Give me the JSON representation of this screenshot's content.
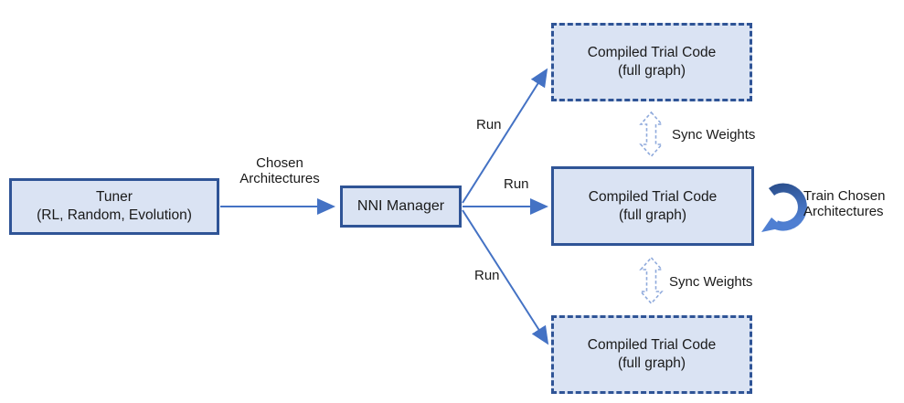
{
  "diagram": {
    "tuner": {
      "title": "Tuner",
      "subtitle": "(RL, Random, Evolution)"
    },
    "edge_tuner_nni": {
      "label": "Chosen Architectures"
    },
    "nni_manager": {
      "label": "NNI Manager"
    },
    "run_edges": [
      {
        "label": "Run"
      },
      {
        "label": "Run"
      },
      {
        "label": "Run"
      }
    ],
    "trial_boxes": [
      {
        "title": "Compiled Trial Code",
        "subtitle": "(full graph)",
        "border": "dashed"
      },
      {
        "title": "Compiled Trial Code",
        "subtitle": "(full graph)",
        "border": "solid"
      },
      {
        "title": "Compiled Trial Code",
        "subtitle": "(full graph)",
        "border": "dashed"
      }
    ],
    "sync_edges": [
      {
        "label": "Sync Weights"
      },
      {
        "label": "Sync Weights"
      }
    ],
    "train_edge": {
      "label": "Train Chosen Architectures"
    },
    "colors": {
      "box_fill": "#dae3f3",
      "box_border": "#2f5496",
      "arrow": "#4472c4",
      "sync_arrow": "#8faadc",
      "curved_arrow_dark": "#2c5190",
      "curved_arrow_light": "#4f7fd2",
      "text": "#1a1a1a",
      "background": "#ffffff"
    }
  }
}
